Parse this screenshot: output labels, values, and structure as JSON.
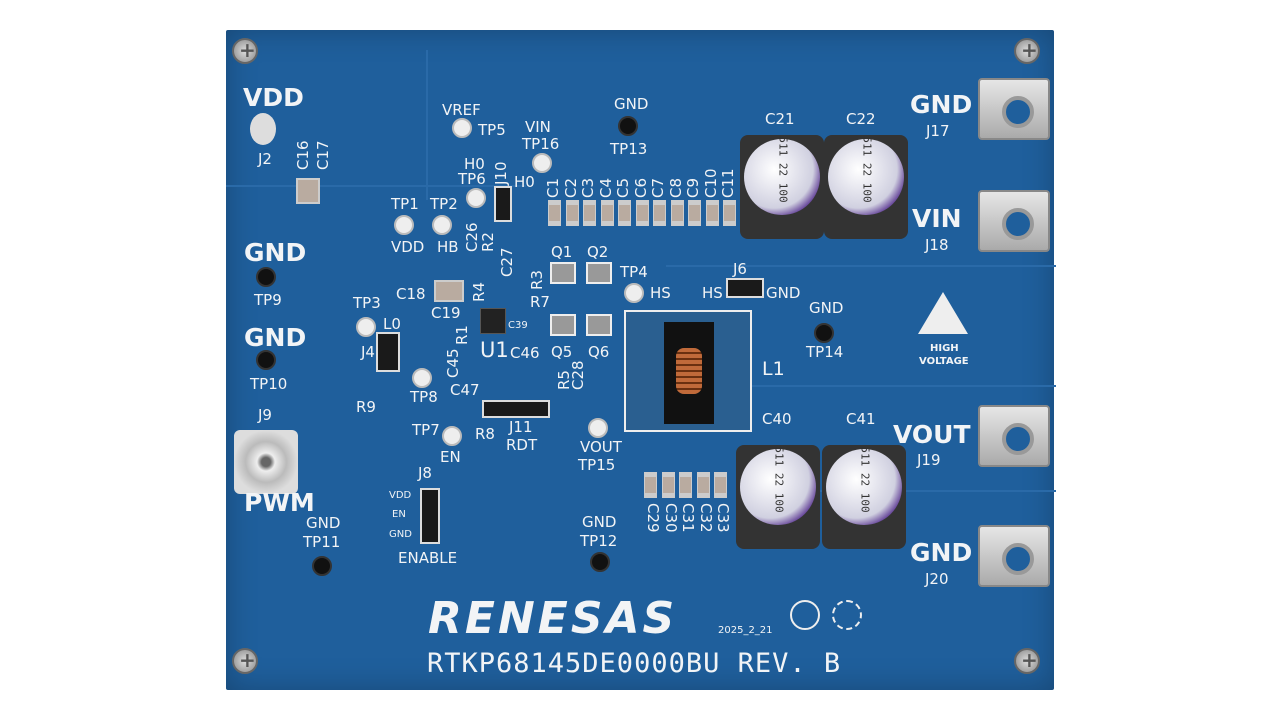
{
  "board": {
    "part_number": "RTKP68145DE0000BU  REV.  B",
    "logo": "RENESAS",
    "date": "2025_2_21",
    "high_voltage": [
      "HIGH",
      "VOLTAGE"
    ],
    "labels": [
      "VDD",
      "J2",
      "C16",
      "C17",
      "GND",
      "TP9",
      "GND",
      "TP10",
      "J9",
      "PWM",
      "GND",
      "TP11",
      "R9",
      "TP1",
      "VDD",
      "TP2",
      "HB",
      "VREF",
      "TP5",
      "VIN",
      "TP16",
      "H0",
      "TP6",
      "J10",
      "H0",
      "C26",
      "R2",
      "C27",
      "R4",
      "R3",
      "R7",
      "C18",
      "C19",
      "TP3",
      "L0",
      "J4",
      "U1",
      "C39",
      "C46",
      "C45",
      "R1",
      "TP8",
      "C47",
      "R8",
      "TP7",
      "EN",
      "J11",
      "RDT",
      "Q5",
      "Q6",
      "R5",
      "C28",
      "GND",
      "TP13",
      "Q1",
      "Q2",
      "TP4",
      "HS",
      "J6",
      "HS",
      "GND",
      "L1",
      "GND",
      "TP14",
      "C21",
      "C22",
      "GND",
      "J17",
      "VIN",
      "J18",
      "C40",
      "C41",
      "VOUT",
      "J19",
      "GND",
      "J20",
      "VOUT",
      "TP15",
      "GND",
      "TP12",
      "J8",
      "VDD",
      "EN",
      "GND",
      "ENABLE"
    ],
    "caps_top": [
      "C1",
      "C2",
      "C3",
      "C4",
      "C5",
      "C6",
      "C7",
      "C8",
      "C9",
      "C10",
      "C11"
    ],
    "caps_bottom": [
      "C29",
      "C30",
      "C31",
      "C32",
      "C33"
    ],
    "cap_marking": "511 22 100"
  }
}
